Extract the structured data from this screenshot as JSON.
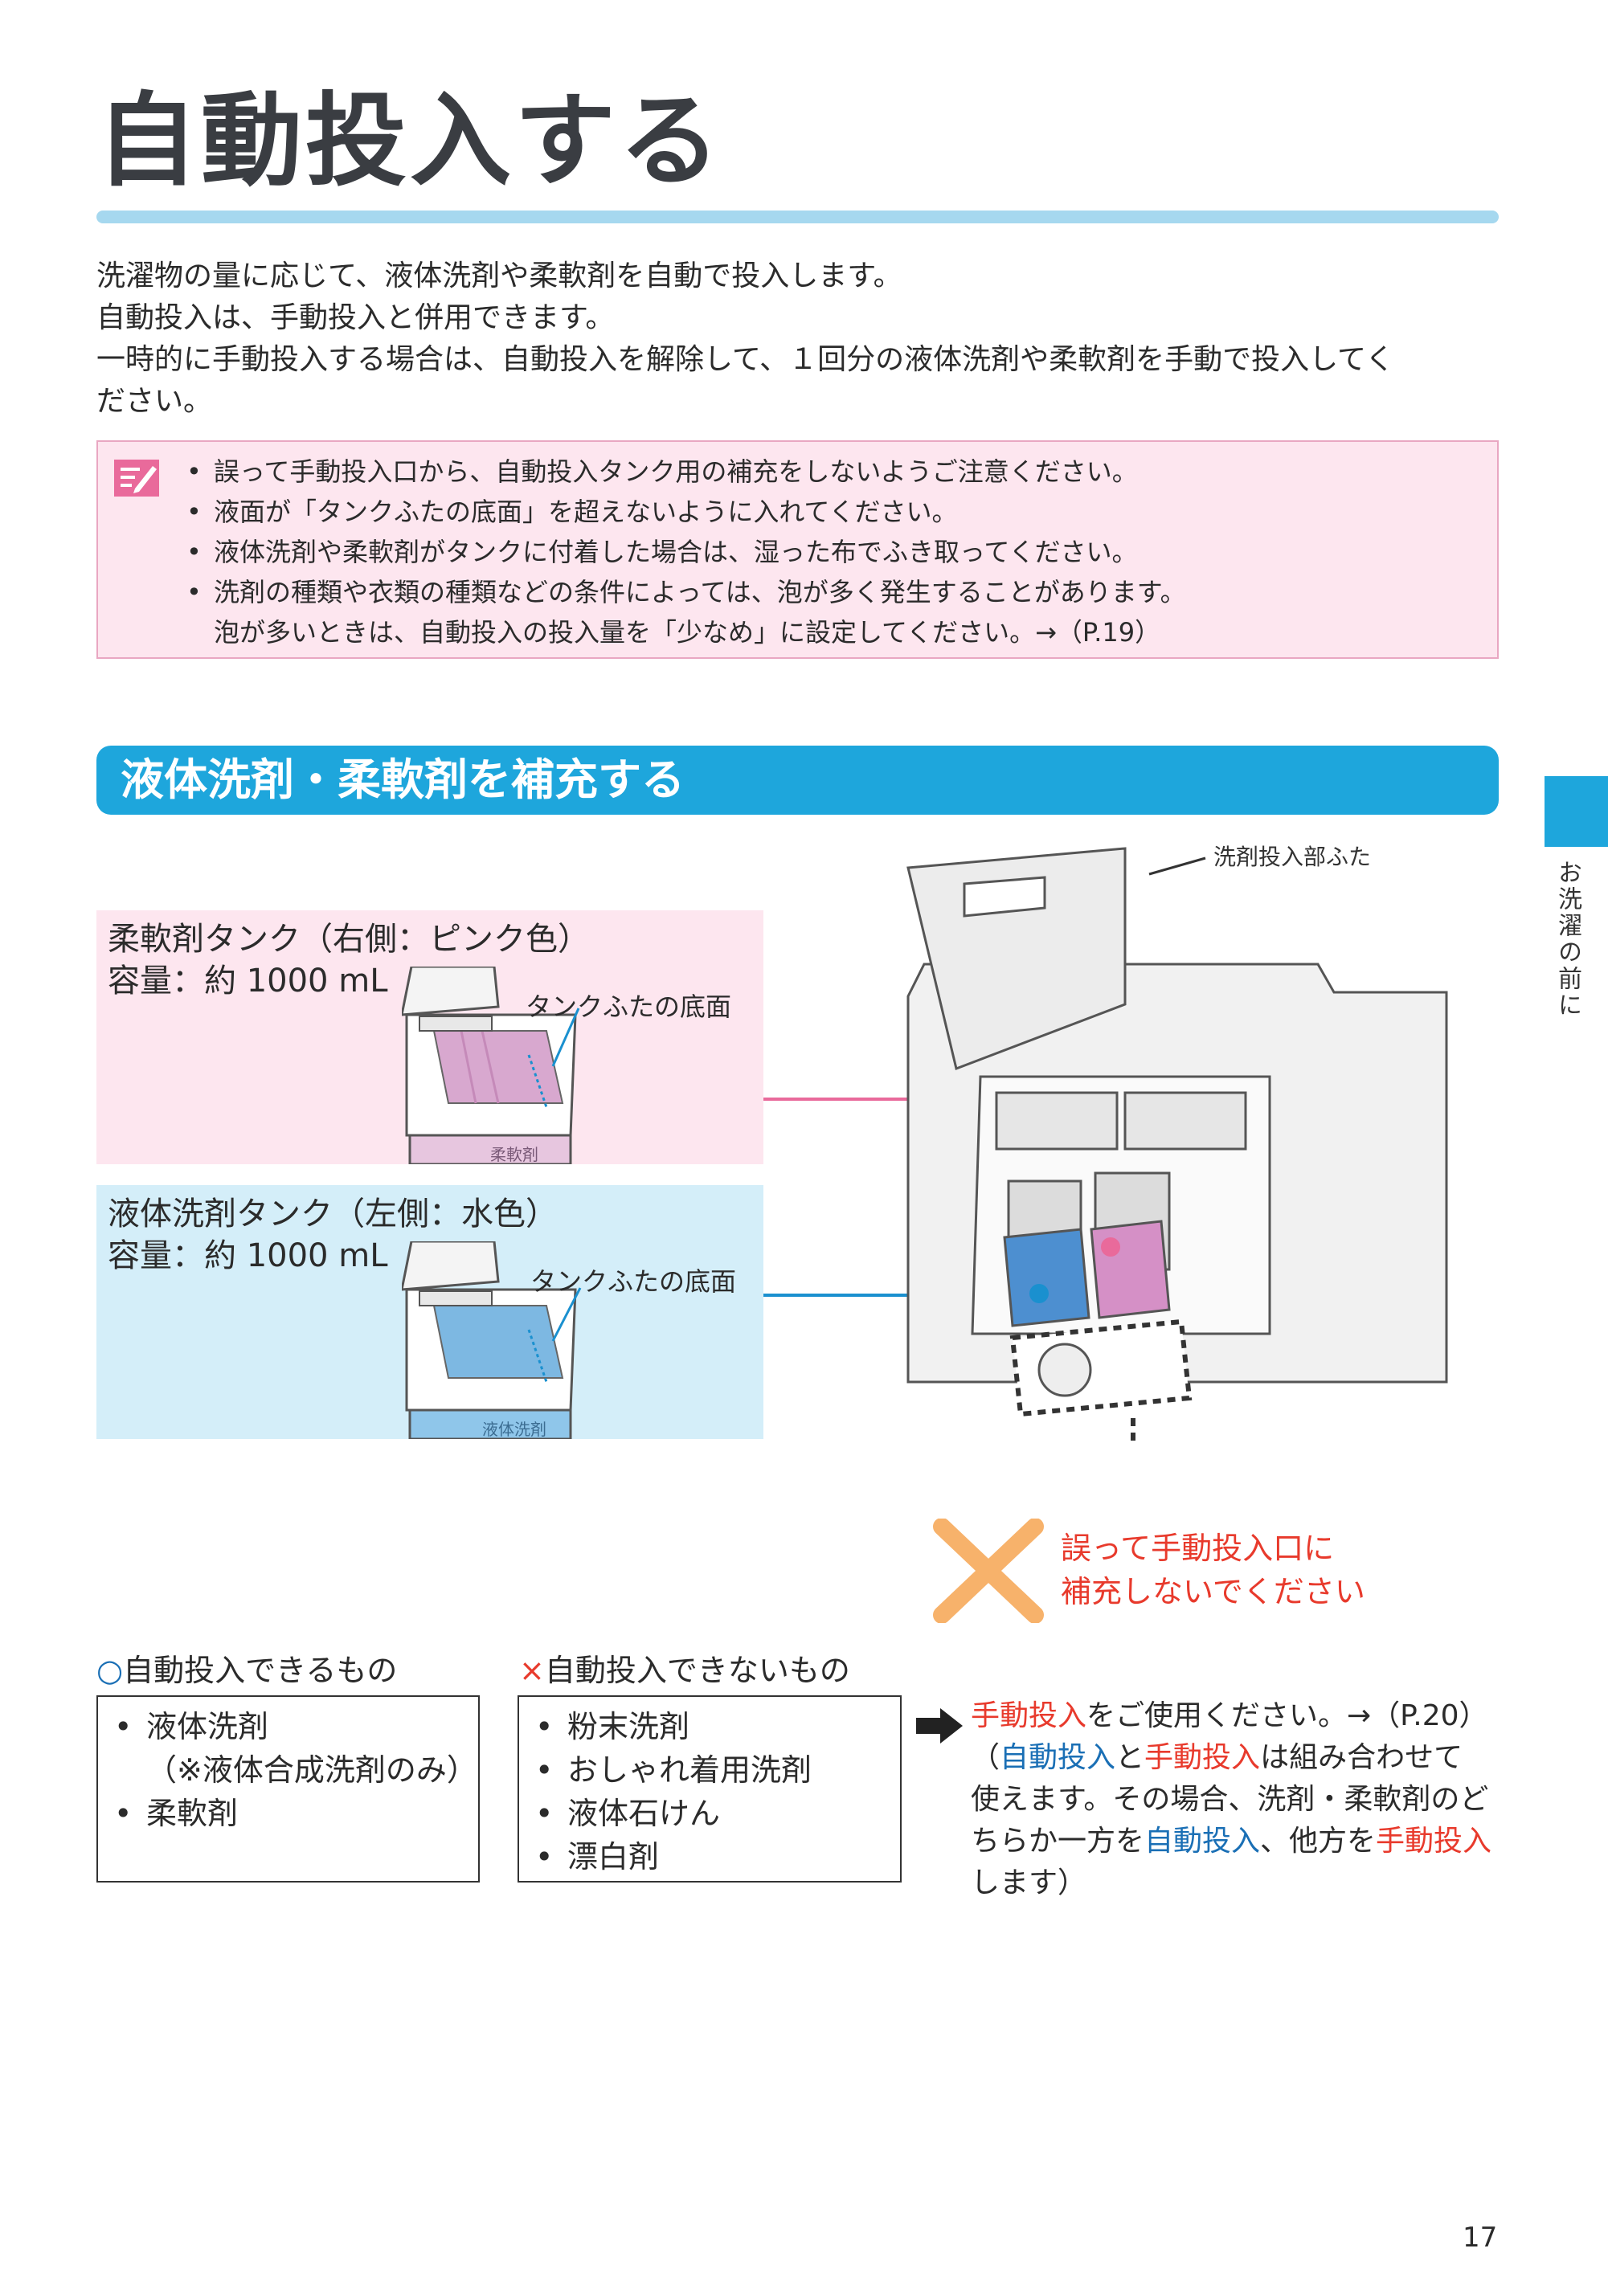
{
  "title": "自動投入する",
  "intro": {
    "line1": "洗濯物の量に応じて、液体洗剤や柔軟剤を自動で投入します。",
    "line2": "自動投入は、手動投入と併用できます。",
    "line3": "一時的に手動投入する場合は、自動投入を解除して、１回分の液体洗剤や柔軟剤を手動で投入してく",
    "line4": "ださい。"
  },
  "notes": {
    "icon": "memo-pencil-icon",
    "items": [
      "誤って手動投入口から、自動投入タンク用の補充をしないようご注意ください。",
      "液面が「タンクふたの底面」を超えないように入れてください。",
      "液体洗剤や柔軟剤がタンクに付着した場合は、湿った布でふき取ってください。",
      "洗剤の種類や衣類の種類などの条件によっては、泡が多く発生することがあります。"
    ],
    "continuation": "泡が多いときは、自動投入の投入量を「少なめ」に設定してください。→（P.19）"
  },
  "section": {
    "title": "液体洗剤・柔軟剤を補充する"
  },
  "side_tab": {
    "label": "お洗濯の前に"
  },
  "softener": {
    "heading": "柔軟剤タンク（右側：ピンク色）",
    "capacity": "容量：約 1000 mL",
    "callout": "タンクふたの底面",
    "tank_text": "柔軟剤"
  },
  "detergent": {
    "heading": "液体洗剤タンク（左側：水色）",
    "capacity": "容量：約 1000 mL",
    "callout": "タンクふたの底面",
    "tank_text": "液体洗剤"
  },
  "illustration": {
    "lid_callout": "洗剤投入部ふた"
  },
  "warning": {
    "line1": "誤って手動投入口に",
    "line2": "補充しないでください"
  },
  "can": {
    "mark": "○",
    "heading": "自動投入できるもの",
    "items": [
      "液体洗剤",
      "柔軟剤"
    ],
    "note": "（※液体合成洗剤のみ）"
  },
  "cannot": {
    "mark": "×",
    "heading": "自動投入できないもの",
    "items": [
      "粉末洗剤",
      "おしゃれ着用洗剤",
      "液体石けん",
      "漂白剤"
    ]
  },
  "manual": {
    "l1_red": "手動投入",
    "l1_rest": "をご使用ください。→（P.20）",
    "l2_open": "（",
    "l2_blue": "自動投入",
    "l2_to": "と",
    "l2_red": "手動投入",
    "l2_rest": "は組み合わせて",
    "l3": "使えます。その場合、洗剤・柔軟剤のど",
    "l4_a": "ちらか一方を",
    "l4_blue": "自動投入",
    "l4_b": "、他方を",
    "l4_red": "手動投入",
    "l5": "します）"
  },
  "page_number": "17",
  "colors": {
    "accent": "#1ea6dc",
    "pink_bg": "#fde6ef",
    "blue_bg": "#d4eef9",
    "warning_red": "#e83a2c",
    "link_blue": "#1a6fb5"
  }
}
